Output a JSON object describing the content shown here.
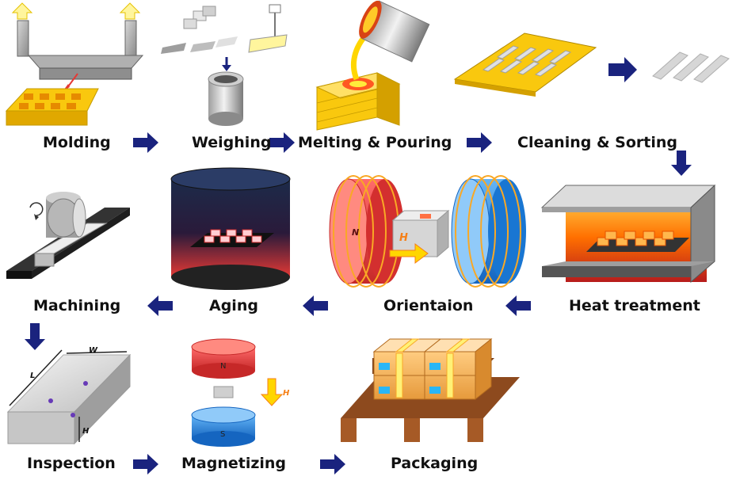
{
  "steps": {
    "molding": "Molding",
    "weighing": "Weighing",
    "melting_pouring": "Melting & Pouring",
    "cleaning_sorting": "Cleaning & Sorting",
    "heat_treatment": "Heat treatment",
    "orientation": "Orientaion",
    "aging": "Aging",
    "machining": "Machining",
    "inspection": "Inspection",
    "magnetizing": "Magnetizing",
    "packaging": "Packaging"
  },
  "annotations": {
    "north": "N",
    "south": "S",
    "field": "H",
    "width": "W",
    "length": "L",
    "height": "H"
  },
  "colors": {
    "arrow": "#1a237e",
    "north_pole": "#e53935",
    "south_pole": "#1e88e5",
    "casting": "#f5c518",
    "heat": "#ff6f00"
  }
}
